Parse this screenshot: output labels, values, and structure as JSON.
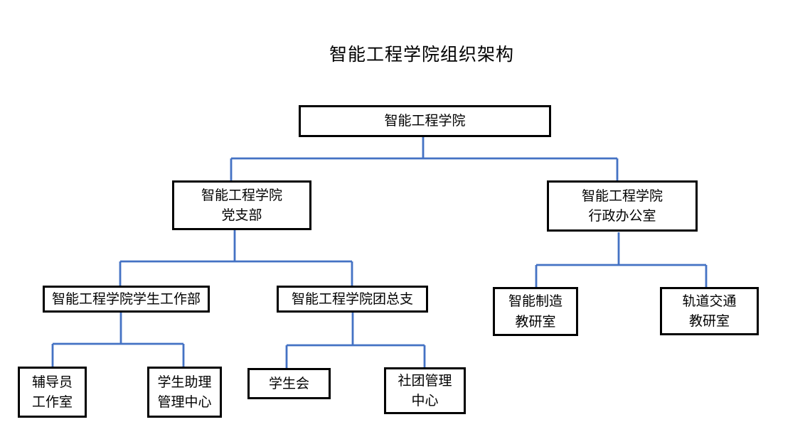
{
  "title": "智能工程学院组织架构",
  "colors": {
    "connector_blue": "#4472C4",
    "box_border": "#000000",
    "text": "#000000",
    "background": "#ffffff"
  },
  "nodes": {
    "college": {
      "lines": [
        "智能工程学院"
      ]
    },
    "party_branch": {
      "lines": [
        "智能工程学院",
        "党支部"
      ]
    },
    "admin_office": {
      "lines": [
        "智能工程学院",
        "行政办公室"
      ]
    },
    "student_affairs": {
      "lines": [
        "智能工程学院学生工作部"
      ]
    },
    "youth_league": {
      "lines": [
        "智能工程学院团总支"
      ]
    },
    "mfg_office": {
      "lines": [
        "智能制造",
        "教研室"
      ]
    },
    "rail_office": {
      "lines": [
        "轨道交通",
        "教研室"
      ]
    },
    "counselor_studio": {
      "lines": [
        "辅导员",
        "工作室"
      ]
    },
    "assistant_center": {
      "lines": [
        "学生助理",
        "管理中心"
      ]
    },
    "student_union": {
      "lines": [
        "学生会"
      ]
    },
    "club_center": {
      "lines": [
        "社团管理",
        "中心"
      ]
    }
  },
  "org_tree": {
    "label": "智能工程学院",
    "children": [
      {
        "label": "智能工程学院党支部",
        "children": [
          {
            "label": "智能工程学院学生工作部",
            "children": [
              {
                "label": "辅导员工作室"
              },
              {
                "label": "学生助理管理中心"
              }
            ]
          },
          {
            "label": "智能工程学院团总支",
            "children": [
              {
                "label": "学生会"
              },
              {
                "label": "社团管理中心"
              }
            ]
          }
        ]
      },
      {
        "label": "智能工程学院行政办公室",
        "children": [
          {
            "label": "智能制造教研室"
          },
          {
            "label": "轨道交通教研室"
          }
        ]
      }
    ]
  }
}
